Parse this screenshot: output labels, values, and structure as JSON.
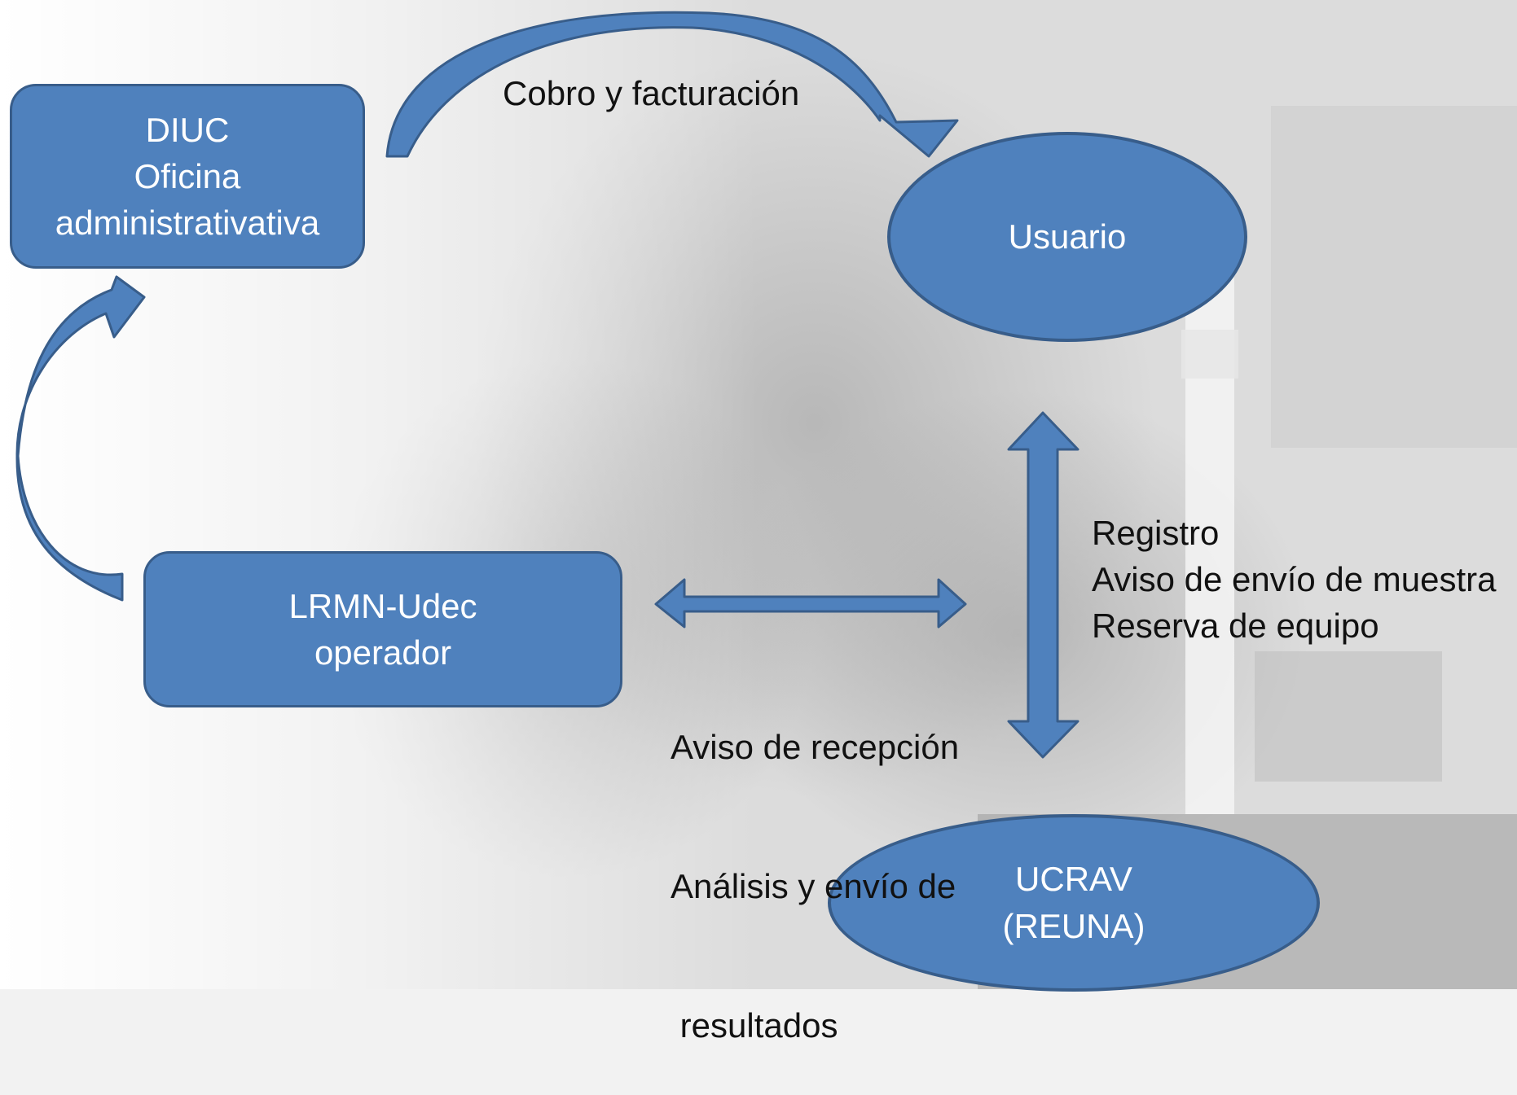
{
  "nodes": {
    "diuc": {
      "lines": [
        "DIUC",
        "Oficina",
        "administrativativa"
      ]
    },
    "usuario": {
      "label": "Usuario"
    },
    "lrmn": {
      "lines": [
        "LRMN-Udec",
        "operador"
      ]
    },
    "ucrav": {
      "lines": [
        "UCRAV",
        "(REUNA)"
      ]
    }
  },
  "edges": {
    "billing": {
      "label": "Cobro y facturación"
    },
    "user_ucrav": {
      "lines": [
        "Registro",
        "Aviso de envío de muestra",
        "Reserva de equipo"
      ]
    },
    "lrmn_ucrav": {
      "lines": [
        "Aviso de recepción",
        "Análisis y envío de",
        " resultados"
      ]
    }
  },
  "colors": {
    "node_fill": "#4f81bd",
    "node_border": "#385d8a",
    "node_text": "#ffffff",
    "label_text": "#111111"
  }
}
